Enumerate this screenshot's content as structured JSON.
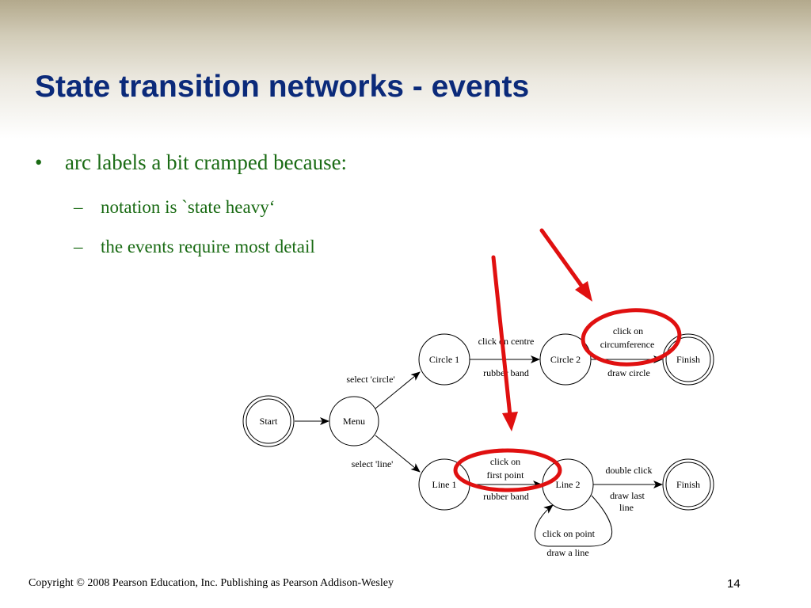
{
  "slide": {
    "title": "State transition networks - events",
    "bullet": "arc labels a bit cramped because:",
    "bullet_mark": "•",
    "sub_mark": "–",
    "sub_bullets": [
      "notation is `state heavy‘",
      "the events require most detail"
    ],
    "footer": "Copyright © 2008 Pearson Education, Inc. Publishing as Pearson Addison-Wesley",
    "page_number": "14"
  },
  "diagram": {
    "states": {
      "start": "Start",
      "menu": "Menu",
      "circle1": "Circle 1",
      "circle2": "Circle 2",
      "finish_circle": "Finish",
      "line1": "Line 1",
      "line2": "Line 2",
      "finish_line": "Finish"
    },
    "arcs": {
      "select_circle": "select 'circle'",
      "select_line": "select 'line'",
      "circle_centre": "click on centre",
      "circle_rubber": "rubber band",
      "circle_circ_1": "click on",
      "circle_circ_2": "circumference",
      "circle_draw": "draw circle",
      "line_first_1": "click on",
      "line_first_2": "first point",
      "line_rubber": "rubber band",
      "line_double": "double click",
      "line_draw_last_1": "draw last",
      "line_draw_last_2": "line",
      "loop_event": "click on point",
      "loop_action": "draw a line"
    },
    "colors": {
      "annotation": "#e01010",
      "title": "#0b2a7a",
      "bullet_text": "#1a6b14"
    }
  }
}
